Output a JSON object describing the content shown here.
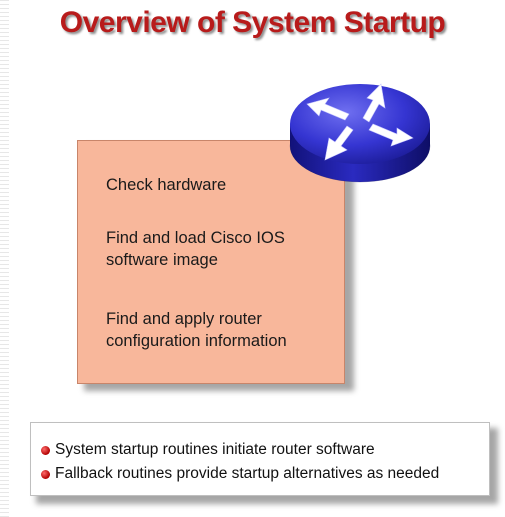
{
  "title": "Overview of System Startup",
  "steps": [
    {
      "lines": [
        "Check hardware"
      ]
    },
    {
      "lines": [
        "Find and load Cisco IOS",
        "software image"
      ]
    },
    {
      "lines": [
        "Find and apply router",
        "configuration information"
      ]
    }
  ],
  "bullets": [
    "System startup routines initiate router software",
    "Fallback routines provide startup alternatives as needed"
  ],
  "icons": {
    "router": "router-icon",
    "bullet": "red-bullet-icon"
  },
  "colors": {
    "title": "#b81b1b",
    "panel": "#f8b79b",
    "router_body": "#3a3ad0",
    "bullet": "#cc0000"
  }
}
